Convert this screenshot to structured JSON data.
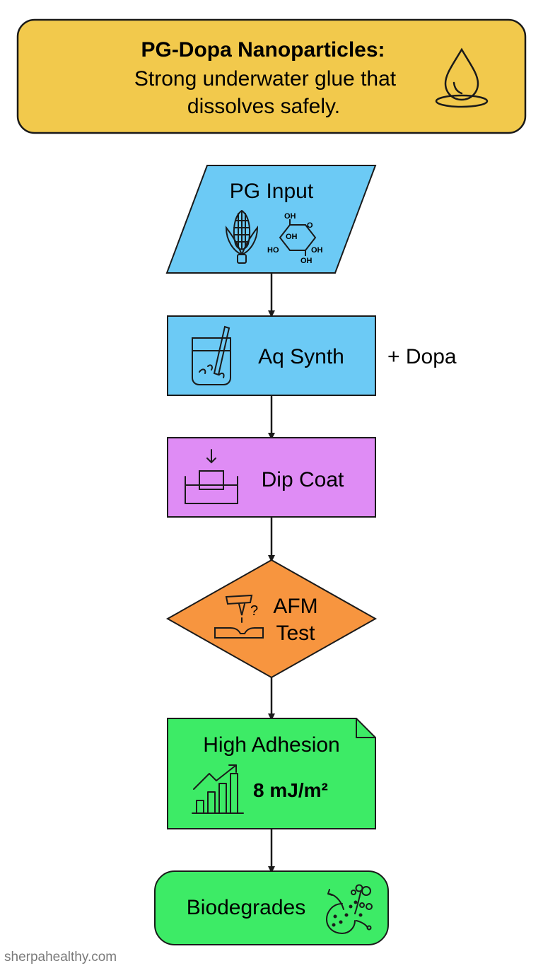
{
  "header": {
    "title": "PG-Dopa Nanoparticles:",
    "subtitle_line1": "Strong underwater glue that",
    "subtitle_line2": "dissolves safely."
  },
  "steps": {
    "input": {
      "label": "PG Input",
      "glucose_labels": {
        "oh_top": "OH",
        "ring_o": "O",
        "oh_mid": "OH",
        "ho_left": "HO",
        "oh_right": "OH",
        "oh_bottom": "OH"
      }
    },
    "synthesis": {
      "label": "Aq Synth",
      "side_note": "+ Dopa"
    },
    "coating": {
      "label": "Dip Coat"
    },
    "test": {
      "label_line1": "AFM",
      "label_line2": "Test",
      "question_mark": "?"
    },
    "result": {
      "label": "High Adhesion",
      "value": "8 mJ/m²"
    },
    "end": {
      "label": "Biodegrades"
    }
  },
  "colors": {
    "header_fill": "#f2c94c",
    "input_fill": "#6ccaf5",
    "synthesis_fill": "#6ccaf5",
    "coating_fill": "#df8cf5",
    "test_fill": "#f7953f",
    "result_fill": "#3deb66",
    "end_fill": "#3deb66",
    "stroke": "#1a1a1a"
  },
  "icons": {
    "header": "water-drop-icon",
    "input_a": "corn-icon",
    "input_b": "glucose-molecule-icon",
    "synthesis": "beaker-stir-icon",
    "coating": "dip-tank-icon",
    "test": "afm-probe-icon",
    "result": "bar-chart-up-icon",
    "end": "degrading-particle-icon"
  },
  "footer": {
    "watermark": "sherpahealthy.com"
  }
}
